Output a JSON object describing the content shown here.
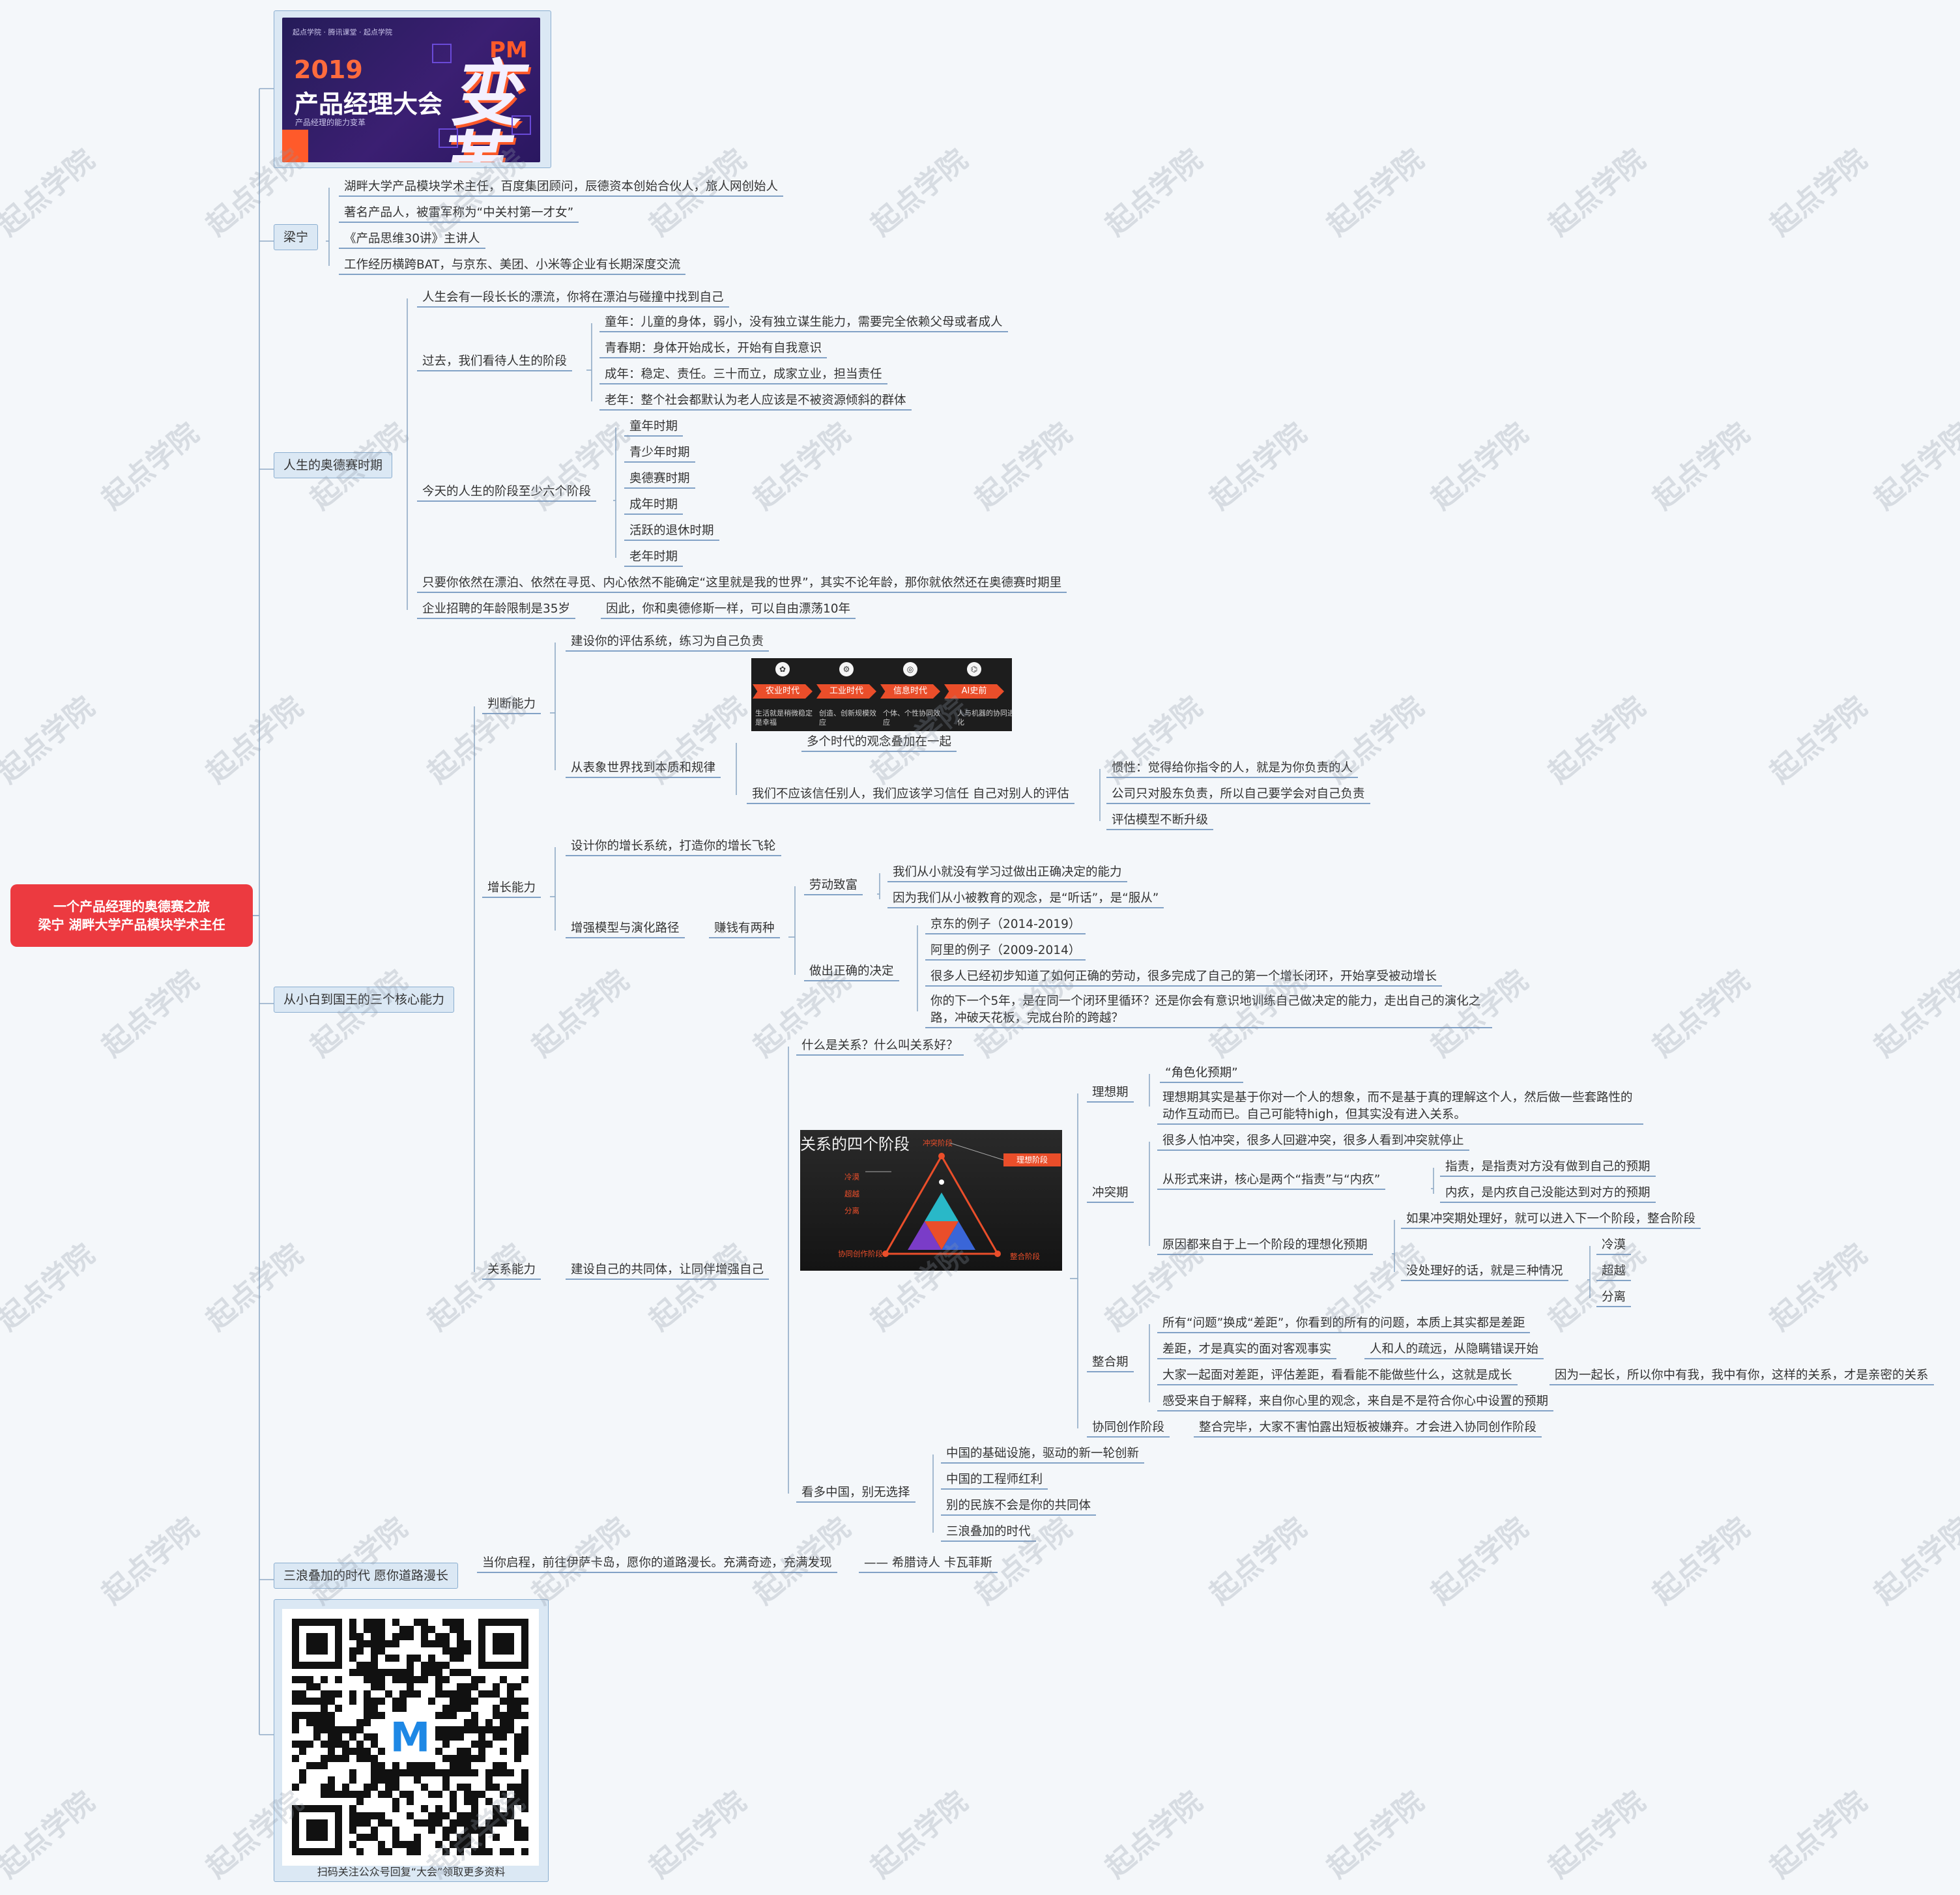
{
  "colors": {
    "root_bg": "#ec3a40",
    "line": "#90aac6",
    "node_underline": "#5d86b5",
    "box_bg": "#dbe8f4",
    "accent": "#ea4e2a"
  },
  "root": {
    "line1": "一个产品经理的奥德赛之旅",
    "line2": "梁宁 湖畔大学产品模块学术主任"
  },
  "banner": {
    "top": "起点学院 · 腾讯课堂 · 起点学院",
    "year": "2019",
    "title": "产品经理大会",
    "subtitle": "产品经理的能力变革",
    "pm": "PM",
    "big": "变革"
  },
  "b1": {
    "label": "梁宁",
    "items": [
      "湖畔大学产品模块学术主任，百度集团顾问，辰德资本创始合伙人，旅人网创始人",
      "著名产品人，被雷军称为“中关村第一才女”",
      "《产品思维30讲》主讲人",
      "工作经历横跨BAT，与京东、美团、小米等企业有长期深度交流"
    ]
  },
  "b2": {
    "label": "人生的奥德赛时期",
    "drift": "人生会有一段长长的漂流，你将在漂泊与碰撞中找到自己",
    "past": {
      "label": "过去，我们看待人生的阶段",
      "items": [
        "童年：儿童的身体，弱小，没有独立谋生能力，需要完全依赖父母或者成人",
        "青春期：身体开始成长，开始有自我意识",
        "成年：稳定、责任。三十而立，成家立业，担当责任",
        "老年：整个社会都默认为老人应该是不被资源倾斜的群体"
      ]
    },
    "today": {
      "label": "今天的人生的阶段至少六个阶段",
      "items": [
        "童年时期",
        "青少年时期",
        "奥德赛时期",
        "成年时期",
        "活跃的退休时期",
        "老年时期"
      ]
    },
    "still": "只要你依然在漂泊、依然在寻觅、内心依然不能确定“这里就是我的世界”，其实不论年龄，那你就依然还在奥德赛时期里",
    "limit": "企业招聘的年龄限制是35岁",
    "limit2": "因此，你和奥德修斯一样，可以自由漂荡10年"
  },
  "b3": {
    "label": "从小白到国王的三个核心能力",
    "judge": {
      "label": "判断能力",
      "a": "建设你的评估系统，练习为自己负责",
      "b": "从表象世界找到本质和规律",
      "overlay": "多个时代的观念叠加在一起",
      "trust": "我们不应该信任别人，我们应该学习信任 自己对别人的评估",
      "trust_items": [
        "惯性：觉得给你指令的人，就是为你负责的人",
        "公司只对股东负责，所以自己要学会对自己负责",
        "评估模型不断升级"
      ],
      "eras": [
        {
          "icon": "✿",
          "name": "农业时代",
          "desc": "生活就是稍微稳定是幸福"
        },
        {
          "icon": "⚙",
          "name": "工业时代",
          "desc": "创造、创新规模效应"
        },
        {
          "icon": "◎",
          "name": "信息时代",
          "desc": "个体、个性协同效应"
        },
        {
          "icon": "⌬",
          "name": "AI史前",
          "desc": "人与机器的协同进化"
        }
      ]
    },
    "growth": {
      "label": "增长能力",
      "a": "设计你的增长系统，打造你的增长飞轮",
      "b": "增强模型与演化路径",
      "c": "赚钱有两种",
      "labor": "劳动致富",
      "labor_items": [
        "我们从小就没有学习过做出正确决定的能力",
        "因为我们从小被教育的观念，是“听话”，是“服从”"
      ],
      "decide": "做出正确的决定",
      "decide_items": [
        "京东的例子（2014-2019）",
        "阿里的例子（2009-2014）",
        "很多人已经初步知道了如何正确的劳动，很多完成了自己的第一个增长闭环，开始享受被动增长"
      ],
      "decide_last": "你的下一个5年，是在同一个闭环里循环？还是你会有意识地训练自己做决定的能力，走出自己的演化之路，冲破天花板，完成台阶的跨越？"
    },
    "rel": {
      "label": "关系能力",
      "what": "什么是关系？什么叫关系好？",
      "build": "建设自己的共同体，让同伴增强自己",
      "diagram": {
        "title": "关系的四个阶段",
        "tag": "理想阶段",
        "l1": "冲突阶段",
        "l2": "冷漠",
        "l3": "超越",
        "l4": "分离",
        "l5": "协同创作阶段",
        "l6": "整合阶段"
      },
      "ideal": {
        "label": "理想期",
        "a": "“角色化预期”",
        "b": "理想期其实是基于你对一个人的想象，而不是基于真的理解这个人，然后做一些套路性的动作互动而已。自己可能特high，但其实没有进入关系。"
      },
      "conflict": {
        "label": "冲突期",
        "a": "很多人怕冲突，很多人回避冲突，很多人看到冲突就停止",
        "b": "从形式来讲，核心是两个“指责”与“内疚”",
        "b_items": [
          "指责，是指责对方没有做到自己的预期",
          "内疚，是内疚自己没能达到对方的预期"
        ],
        "c": "原因都来自于上一个阶段的理想化预期",
        "c1": "如果冲突期处理好，就可以进入下一个阶段，整合阶段",
        "c2": "没处理好的话，就是三种情况",
        "c2_items": [
          "冷漠",
          "超越",
          "分离"
        ]
      },
      "integrate": {
        "label": "整合期",
        "items": [
          "所有“问题”换成“差距”，你看到的所有的问题，本质上其实都是差距",
          "差距，才是真实的面对客观事实",
          "大家一起面对差距，评估差距，看看能不能做些什么，这就是成长",
          "感受来自于解释，来自你心里的观念，来自是不是符合你心中设置的预期"
        ],
        "x1": "人和人的疏远，从隐瞒错误开始",
        "x2": "因为一起长，所以你中有我，我中有你，这样的关系，才是亲密的关系"
      },
      "cocreate": {
        "label": "协同创作阶段",
        "a": "整合完毕，大家不害怕露出短板被嫌弃。才会进入协同创作阶段"
      },
      "china": {
        "label": "看多中国，别无选择",
        "items": [
          "中国的基础设施，驱动的新一轮创新",
          "中国的工程师红利",
          "别的民族不会是你的共同体",
          "三浪叠加的时代"
        ]
      }
    }
  },
  "b4": {
    "label": "三浪叠加的时代 愿你道路漫长",
    "quote": "当你启程，前往伊萨卡岛，愿你的道路漫长。充满奇迹，充满发现",
    "author": "—— 希腊诗人 卡瓦菲斯"
  },
  "qr": {
    "caption": "扫码关注公众号回复“大会”领取更多资料"
  },
  "watermark": "起点学院"
}
